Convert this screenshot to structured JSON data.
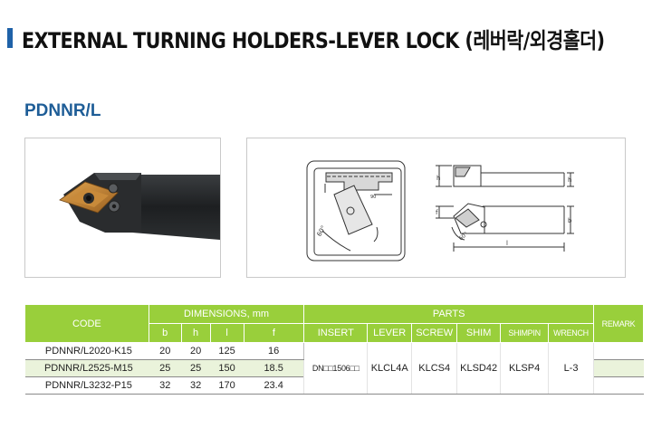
{
  "page": {
    "title": "EXTERNAL TURNING HOLDERS-LEVER LOCK (레버락/외경홀더)",
    "model": "PDNNR/L"
  },
  "drawing": {
    "angle_top": "90",
    "angle_left": "60°",
    "angle_side": "60°",
    "dim_h": "h",
    "dim_h2": "h",
    "dim_f": "f",
    "dim_b": "b",
    "dim_l": "l"
  },
  "table": {
    "headers": {
      "code": "CODE",
      "dimensions": "DIMENSIONS, mm",
      "parts": "PARTS",
      "remark": "REMARK",
      "b": "b",
      "h": "h",
      "l": "l",
      "f": "f",
      "insert": "INSERT",
      "lever": "LEVER",
      "screw": "SCREW",
      "shim": "SHIM",
      "shimpin": "SHIMPIN",
      "wrench": "WRENCH"
    },
    "rows": [
      {
        "code": "PDNNR/L2020-K15",
        "b": "20",
        "h": "20",
        "l": "125",
        "f": "16"
      },
      {
        "code": "PDNNR/L2525-M15",
        "b": "25",
        "h": "25",
        "l": "150",
        "f": "18.5"
      },
      {
        "code": "PDNNR/L3232-P15",
        "b": "32",
        "h": "32",
        "l": "170",
        "f": "23.4"
      }
    ],
    "parts": {
      "insert": "DN□□1506□□",
      "lever": "KLCL4A",
      "screw": "KLCS4",
      "shim": "KLSD42",
      "shimpin": "KLSP4",
      "wrench": "L-3"
    }
  },
  "colors": {
    "header_green": "#99cf3b",
    "row_tint": "#eaf3db",
    "title_accent": "#1f62a8",
    "model_blue": "#1e5d97"
  }
}
